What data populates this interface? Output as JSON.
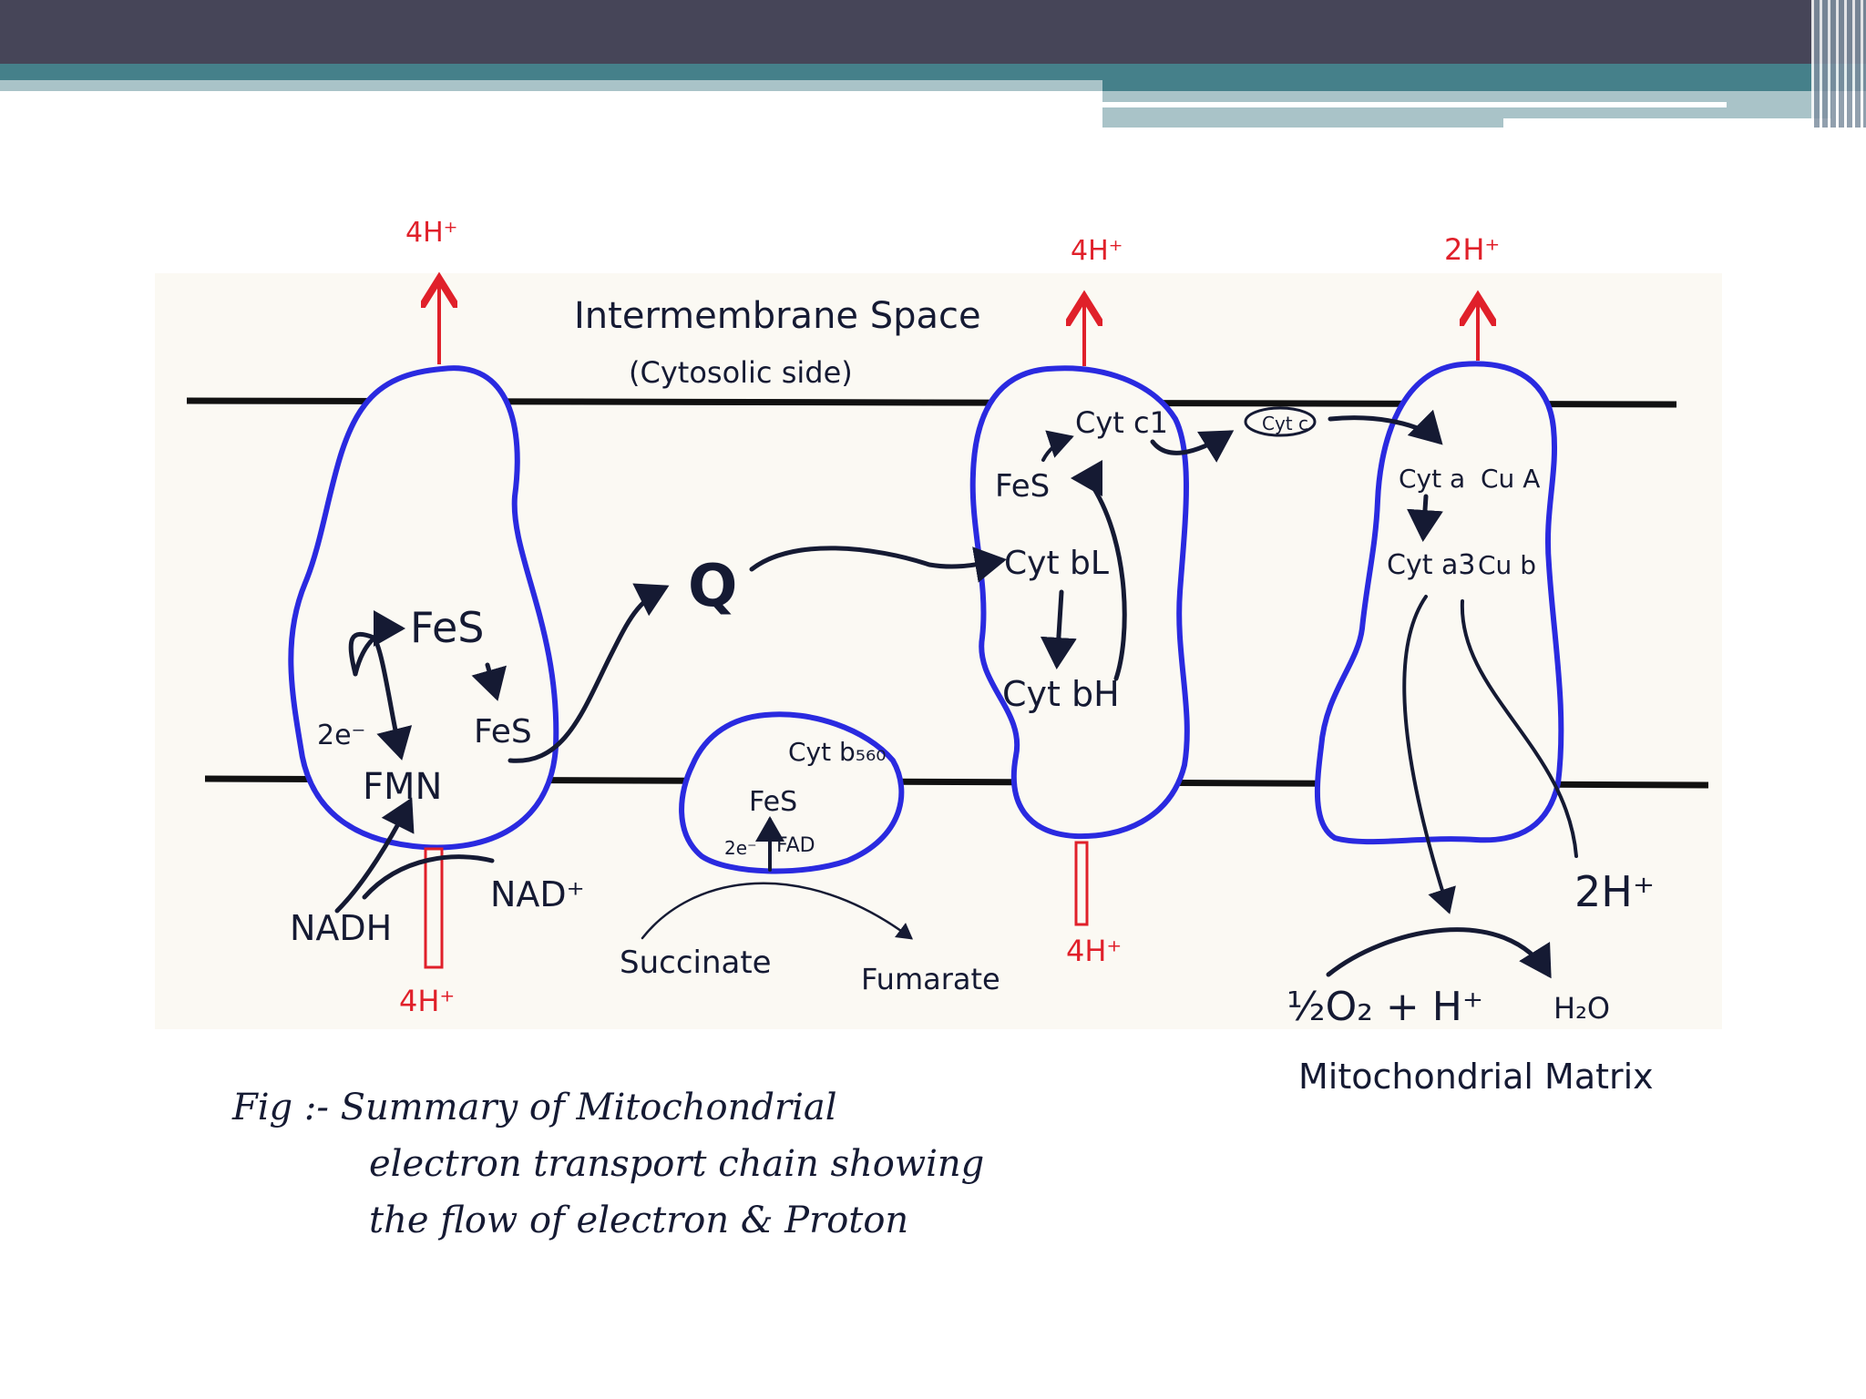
{
  "labels": {
    "intermembrane": "Intermembrane Space",
    "cytosolic": "(Cytosolic side)",
    "matrix": "Mitochondrial Matrix",
    "q": "Q",
    "nadh": "NADH",
    "nad": "NAD⁺",
    "fmn": "FMN",
    "two_e": "2e⁻",
    "fes": "FeS",
    "cyt_b560": "Cyt b₅₆₀",
    "fad": "FAD",
    "succinate": "Succinate",
    "fumarate": "Fumarate",
    "cyt_bl": "Cyt bL",
    "cyt_bh": "Cyt bH",
    "cyt_c1": "Cyt c1",
    "cyt_c": "Cyt c",
    "cyt_a": "Cyt a",
    "cu_a": "Cu A",
    "cyt_a3": "Cyt a3",
    "cu_b": "Cu b",
    "o2_h": "½O₂ + H⁺",
    "h2o": "H₂O",
    "h4_top": "4H⁺",
    "h2_top": "2H⁺",
    "h2_matrix": "2H⁺"
  },
  "caption": {
    "line1": "Fig :- Summary of Mitochondrial",
    "line2": "electron transport chain showing",
    "line3": "the flow of electron & Proton"
  }
}
